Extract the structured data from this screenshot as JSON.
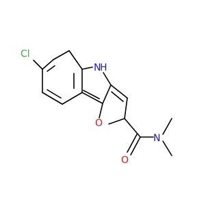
{
  "molecule": {
    "atom_labels": {
      "cl": "Cl",
      "nh_n": "N",
      "nh_h": "H",
      "o_ring": "O",
      "o_carbonyl": "O",
      "n_amide": "N"
    }
  },
  "colors": {
    "bond": "#000000",
    "chlorine": "#3cb043",
    "nitrogen": "#1a1acc",
    "oxygen": "#e8140c",
    "background": "#ffffff"
  }
}
